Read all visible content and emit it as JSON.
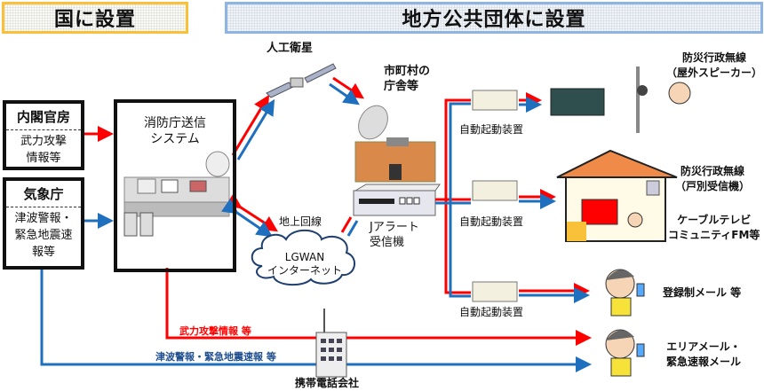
{
  "headers": {
    "national": "国に設置",
    "local": "地方公共団体に設置"
  },
  "sources": [
    {
      "title": "内閣官房",
      "body": [
        "武力攻撃",
        "情報等"
      ]
    },
    {
      "title": "気象庁",
      "body": [
        "津波警報・",
        "緊急地震速",
        "報等"
      ]
    }
  ],
  "fdma_system": {
    "title": [
      "消防庁送信",
      "システム"
    ]
  },
  "satellite": "人工衛星",
  "municipal_office": [
    "市町村の",
    "庁舎等"
  ],
  "ground_line": "地上回線",
  "network": [
    "LGWAN",
    "インターネット"
  ],
  "receiver": [
    "Jアラート",
    "受信機"
  ],
  "auto_device_label": "自動起動装置",
  "outputs": {
    "outdoor": [
      "防災行政無線",
      "（屋外スピーカー）"
    ],
    "household": [
      "防災行政無線",
      "（戸別受信機）"
    ],
    "cable": [
      "ケーブルテレビ",
      "コミュニティFM等"
    ],
    "registered_mail": "登録制メール 等",
    "area_mail": [
      "エリアメール・",
      "緊急速報メール"
    ]
  },
  "bottom_lines": {
    "red": "武力攻撃情報 等",
    "blue": "津波警報・緊急地震速報 等"
  },
  "carrier": "携帯電話会社",
  "colors": {
    "red": "#ff0000",
    "blue": "#1f6fbf",
    "orange": "#f9c13a",
    "lightblue": "#8eb4e3"
  }
}
